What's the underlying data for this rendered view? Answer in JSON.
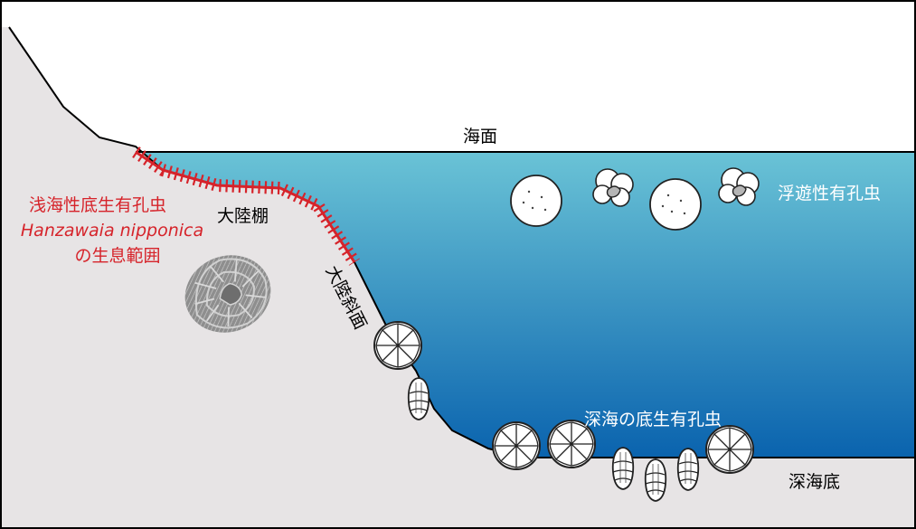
{
  "labels": {
    "sea_surface": "海面",
    "continental_shelf": "大陸棚",
    "continental_slope": "大陸斜面",
    "deep_sea_floor": "深海底",
    "planktic_forams": "浮遊性有孔虫",
    "deep_benthic_forams": "深海の底生有孔虫",
    "shallow_benthic_line1": "浅海性底生有孔虫",
    "shallow_benthic_line2": "Hanzawaia nipponica",
    "shallow_benthic_line3": "の生息範囲"
  },
  "colors": {
    "land": "#e7e4e5",
    "sea_top": "#6ac3d6",
    "sea_bottom": "#0a63ae",
    "outline": "#000000",
    "habitat_range": "#d6232a",
    "white_text": "#ffffff"
  }
}
